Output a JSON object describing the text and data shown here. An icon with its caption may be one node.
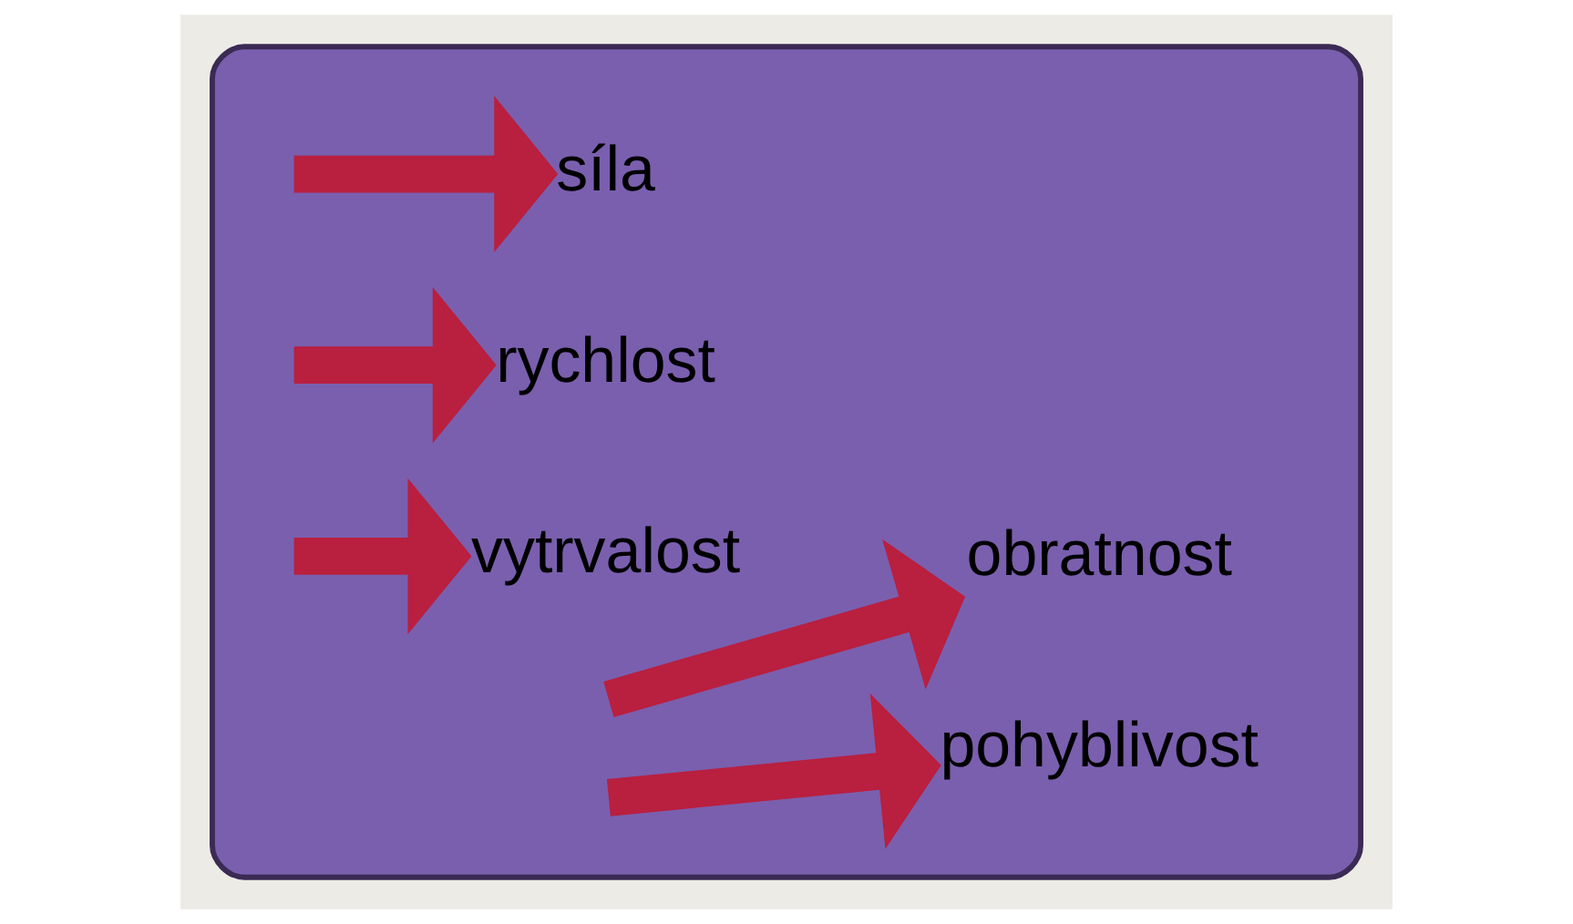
{
  "diagram": {
    "nodes": [
      {
        "text": [],
        "shape": "box"
      },
      {
        "text": [
          "síla"
        ],
        "in": 0
      },
      {
        "text": [
          "rychlost"
        ],
        "in": 0
      },
      {
        "text": [
          "vytrvalost"
        ],
        "in": 0
      },
      {
        "text": [
          "obratnost"
        ],
        "in": 0
      },
      {
        "text": [
          "pohyblivost"
        ],
        "in": 0
      }
    ],
    "edges": [
      {
        "from": null,
        "to": 1,
        "arrow": "to"
      },
      {
        "from": null,
        "to": 2,
        "arrow": "to"
      },
      {
        "from": null,
        "to": 3,
        "arrow": "to"
      },
      {
        "from": null,
        "to": 4,
        "arrow": "to"
      },
      {
        "from": null,
        "to": 5,
        "arrow": "to"
      }
    ]
  }
}
